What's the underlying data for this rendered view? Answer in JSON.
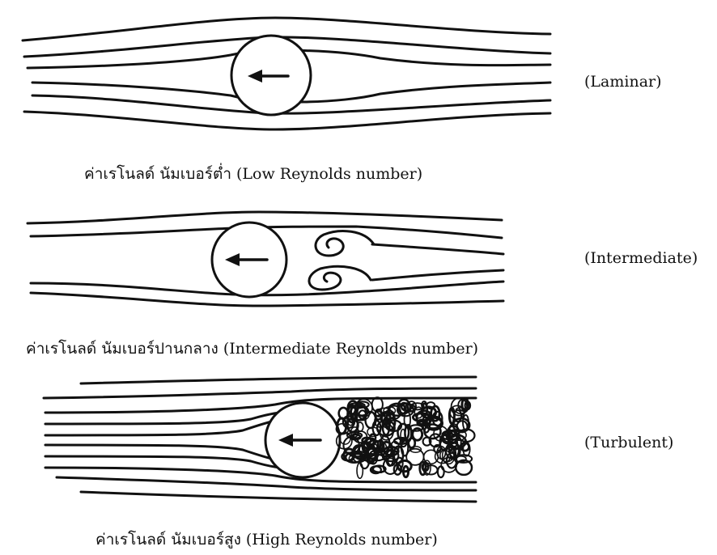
{
  "panels": [
    {
      "id": "laminar",
      "label": "(Laminar)",
      "caption": "ค่าเรโนลด์ นัมเบอร์ต่ำ (Low Reynolds number)"
    },
    {
      "id": "intermediate",
      "label": "(Intermediate)",
      "caption": "ค่าเรโนลด์ นัมเบอร์ปานกลาง (Intermediate Reynolds number)"
    },
    {
      "id": "turbulent",
      "label": "(Turbulent)",
      "caption": "ค่าเรโนลด์ นัมเบอร์สูง (High Reynolds number)"
    }
  ]
}
